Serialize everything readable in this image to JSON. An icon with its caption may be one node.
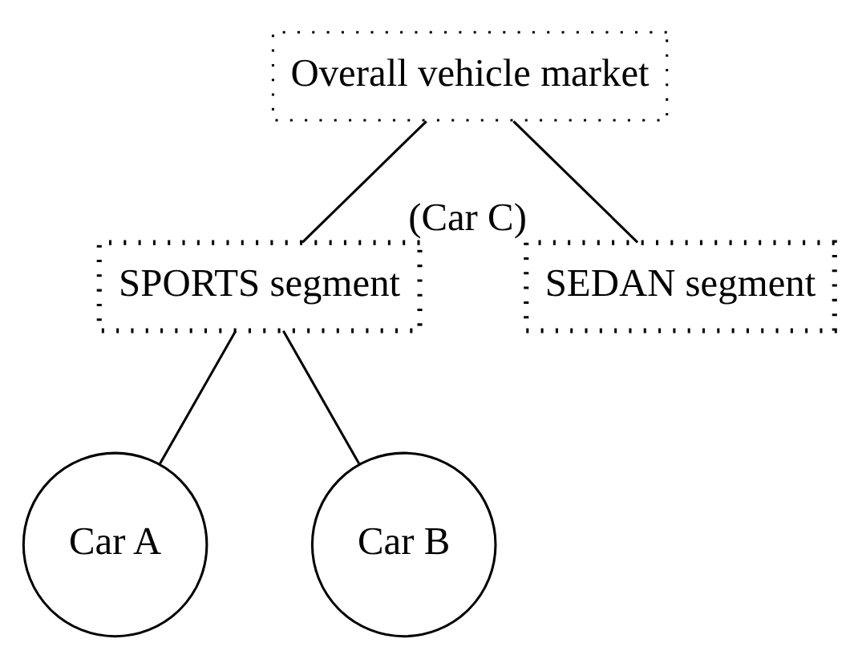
{
  "diagram": {
    "nodes": [
      {
        "text": [
          "Overall vehicle market"
        ]
      },
      {
        "text": [
          "SPORTS segment"
        ]
      },
      {
        "text": [
          "SEDAN segment"
        ],
        "beside": [
          "(Car C)"
        ]
      },
      {
        "text": [
          "Car A"
        ]
      },
      {
        "text": [
          "Car B"
        ]
      }
    ],
    "edges": [
      {
        "from": 0,
        "to": 1,
        "arrow": "none"
      },
      {
        "from": 0,
        "to": 2,
        "arrow": "none"
      },
      {
        "from": 1,
        "to": 3,
        "arrow": "none"
      },
      {
        "from": 1,
        "to": 4,
        "arrow": "none"
      }
    ]
  }
}
